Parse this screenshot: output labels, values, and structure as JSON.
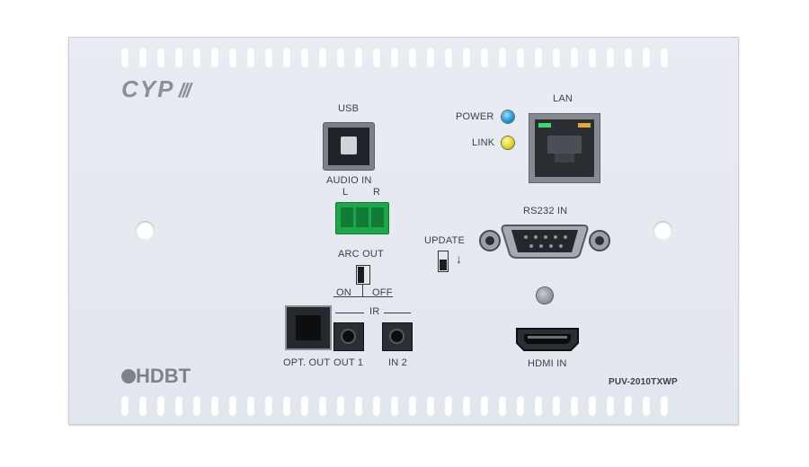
{
  "brand": {
    "logo_text": "CYP",
    "hdbt_logo": "HDBT"
  },
  "model": "PUV-2010TXWP",
  "labels": {
    "usb": "USB",
    "audio_in": "AUDIO IN",
    "audio_l": "L",
    "audio_r": "R",
    "arc_out": "ARC OUT",
    "arc_on": "ON",
    "arc_off": "OFF",
    "ir": "IR",
    "opt_out": "OPT. OUT",
    "out1": "OUT 1",
    "in2": "IN 2",
    "power": "POWER",
    "link": "LINK",
    "lan": "LAN",
    "rs232_in": "RS232 IN",
    "update": "UPDATE",
    "update_arrow": "↓",
    "hdmi_in": "HDMI IN"
  },
  "colors": {
    "plate": "#e6e9ef",
    "power_led": "#1e9ad6",
    "link_led": "#e3d62a",
    "terminal": "#1fa64b"
  },
  "icons": [
    "usb-b-port",
    "terminal-block",
    "rj45-port",
    "db9-port",
    "toslink-port",
    "audio-jack",
    "hdmi-port",
    "slide-switch"
  ]
}
